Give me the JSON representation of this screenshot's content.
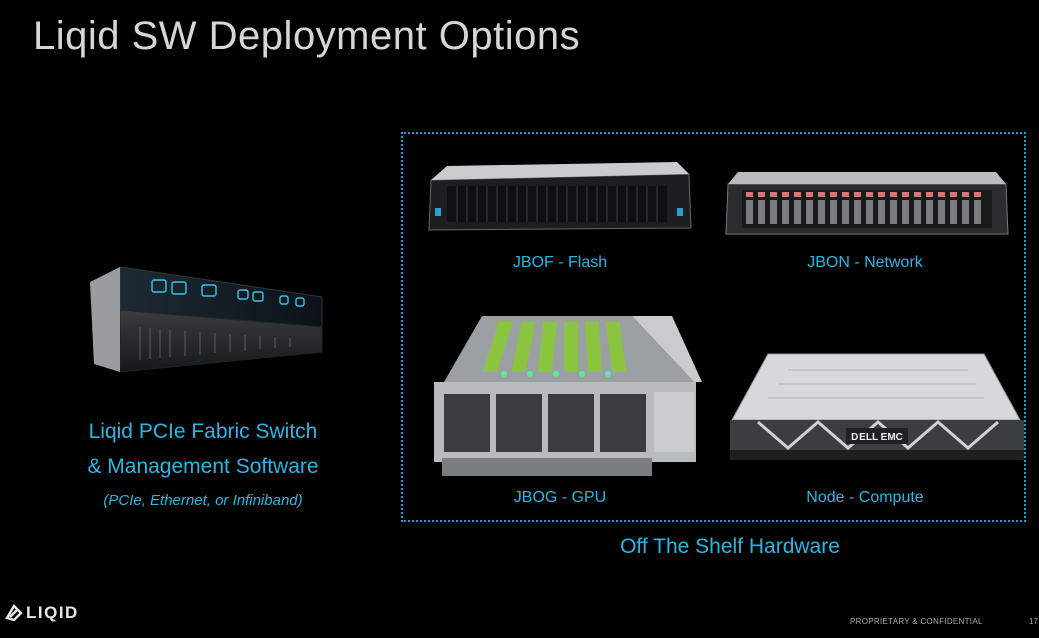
{
  "slide": {
    "title": "Liqid SW Deployment Options",
    "switch": {
      "line1": "Liqid PCIe Fabric Switch",
      "line2": "& Management Software",
      "subtitle": "(PCIe, Ethernet, or Infiniband)"
    },
    "hardware": {
      "items": [
        {
          "label": "JBOF - Flash"
        },
        {
          "label": "JBON - Network"
        },
        {
          "label": "JBOG - GPU"
        },
        {
          "label": "Node - Compute"
        }
      ],
      "caption": "Off The Shelf Hardware"
    },
    "footer": {
      "logo_text": "LIQID",
      "confidential": "PROPRIETARY & CONFIDENTIAL",
      "page": "17"
    },
    "colors": {
      "accent": "#27b7e6",
      "frame": "#1c9ed0",
      "background": "#000000"
    }
  }
}
